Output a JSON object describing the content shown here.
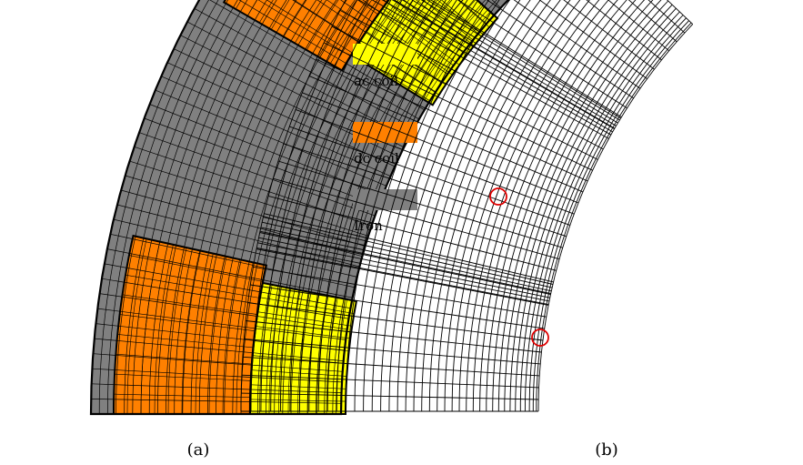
{
  "legend": {
    "items": [
      {
        "key": "ac",
        "label": "ac coil",
        "color": "#ffff00"
      },
      {
        "key": "dc",
        "label": "dc coil",
        "color": "#ff8000"
      },
      {
        "key": "iron",
        "label": "Iron",
        "color": "#808080"
      }
    ]
  },
  "captions": {
    "left": "(a)",
    "right": "(b)"
  },
  "colors": {
    "mesh_line": "#000000",
    "highlight": "#e00000",
    "background": "#ffffff"
  }
}
